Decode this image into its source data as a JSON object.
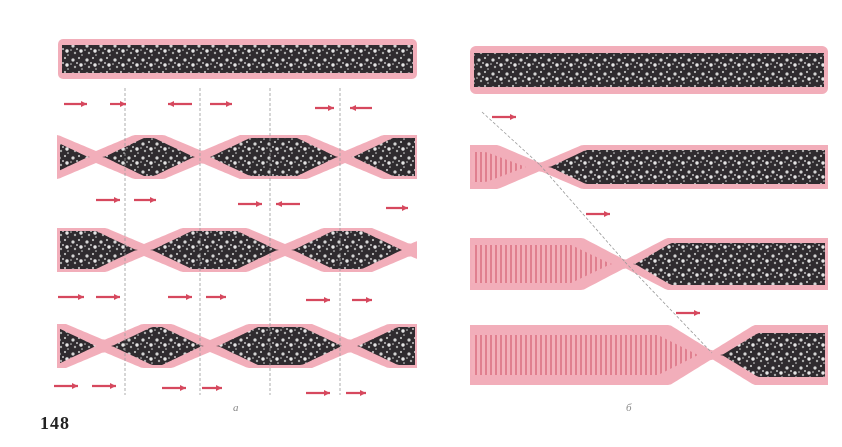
{
  "figure_number": "148",
  "panel_a_label": "а",
  "panel_b_label": "б",
  "colors": {
    "fibre_pink": "#f2aeba",
    "fibre_outline": "#c9606f",
    "granular_dark": "#2f2b2f",
    "granular_light": "#cfcfcf",
    "striated_pink": "#e98e9b",
    "arrow_red": "#d6485e",
    "guide_line": "#9a9a9a",
    "background": "#ffffff"
  },
  "panels": [
    {
      "id": "a",
      "rows": 4,
      "description_key": "segmented-fibres"
    },
    {
      "id": "b",
      "rows": 4,
      "description_key": "advancing-constriction"
    }
  ]
}
